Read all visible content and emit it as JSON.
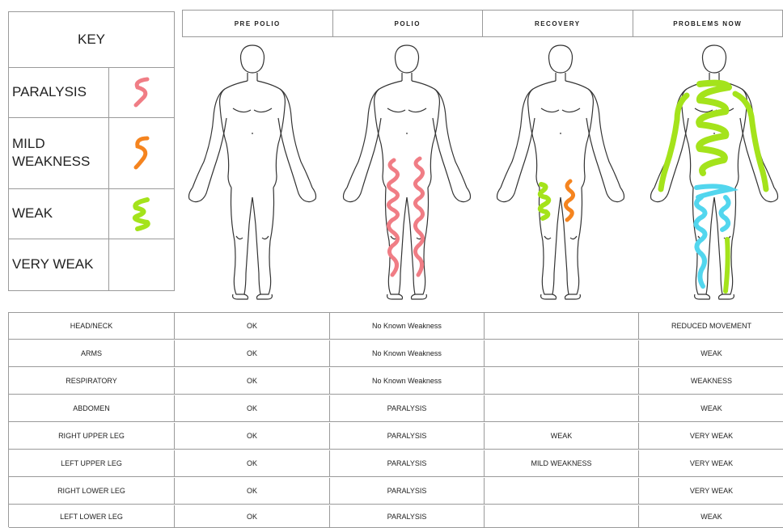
{
  "colors": {
    "paralysis": "#f07d85",
    "mild_weakness": "#f5841f",
    "weak": "#a4e31b",
    "very_weak": "#52d6ee",
    "border": "#9a9a9a"
  },
  "key": {
    "title": "KEY",
    "rows": [
      {
        "label": "PARALYSIS",
        "swatch": "paralysis"
      },
      {
        "label": "MILD\nWEAKNESS",
        "swatch": "mild_weakness"
      },
      {
        "label": "WEAK",
        "swatch": "weak"
      },
      {
        "label": "VERY WEAK",
        "swatch": ""
      }
    ]
  },
  "stages": [
    "PRE POLIO",
    "POLIO",
    "RECOVERY",
    "PROBLEMS NOW"
  ],
  "figures": [
    {
      "stage": "PRE POLIO",
      "markings": []
    },
    {
      "stage": "POLIO",
      "markings": [
        "paralysis-right-leg",
        "paralysis-left-leg"
      ]
    },
    {
      "stage": "RECOVERY",
      "markings": [
        "weak-right-upper-leg",
        "mild-weakness-left-upper-leg"
      ]
    },
    {
      "stage": "PROBLEMS NOW",
      "markings": [
        "weak-torso",
        "weak-right-arm",
        "weak-left-arm",
        "very-weak-right-leg",
        "very-weak-left-upper-leg",
        "weak-left-lower-leg"
      ]
    }
  ],
  "table": {
    "rows": [
      [
        "HEAD/NECK",
        "OK",
        "No Known Weakness",
        "",
        "REDUCED MOVEMENT"
      ],
      [
        "ARMS",
        "OK",
        "No Known Weakness",
        "",
        "WEAK"
      ],
      [
        "RESPIRATORY",
        "OK",
        "No Known Weakness",
        "",
        "WEAKNESS"
      ],
      [
        "ABDOMEN",
        "OK",
        "PARALYSIS",
        "",
        "WEAK"
      ],
      [
        "RIGHT UPPER LEG",
        "OK",
        "PARALYSIS",
        "WEAK",
        "VERY WEAK"
      ],
      [
        "LEFT UPPER LEG",
        "OK",
        "PARALYSIS",
        "MILD WEAKNESS",
        "VERY WEAK"
      ],
      [
        "RIGHT LOWER LEG",
        "OK",
        "PARALYSIS",
        "",
        "VERY WEAK"
      ],
      [
        "LEFT LOWER LEG",
        "OK",
        "PARALYSIS",
        "",
        "WEAK"
      ]
    ]
  }
}
